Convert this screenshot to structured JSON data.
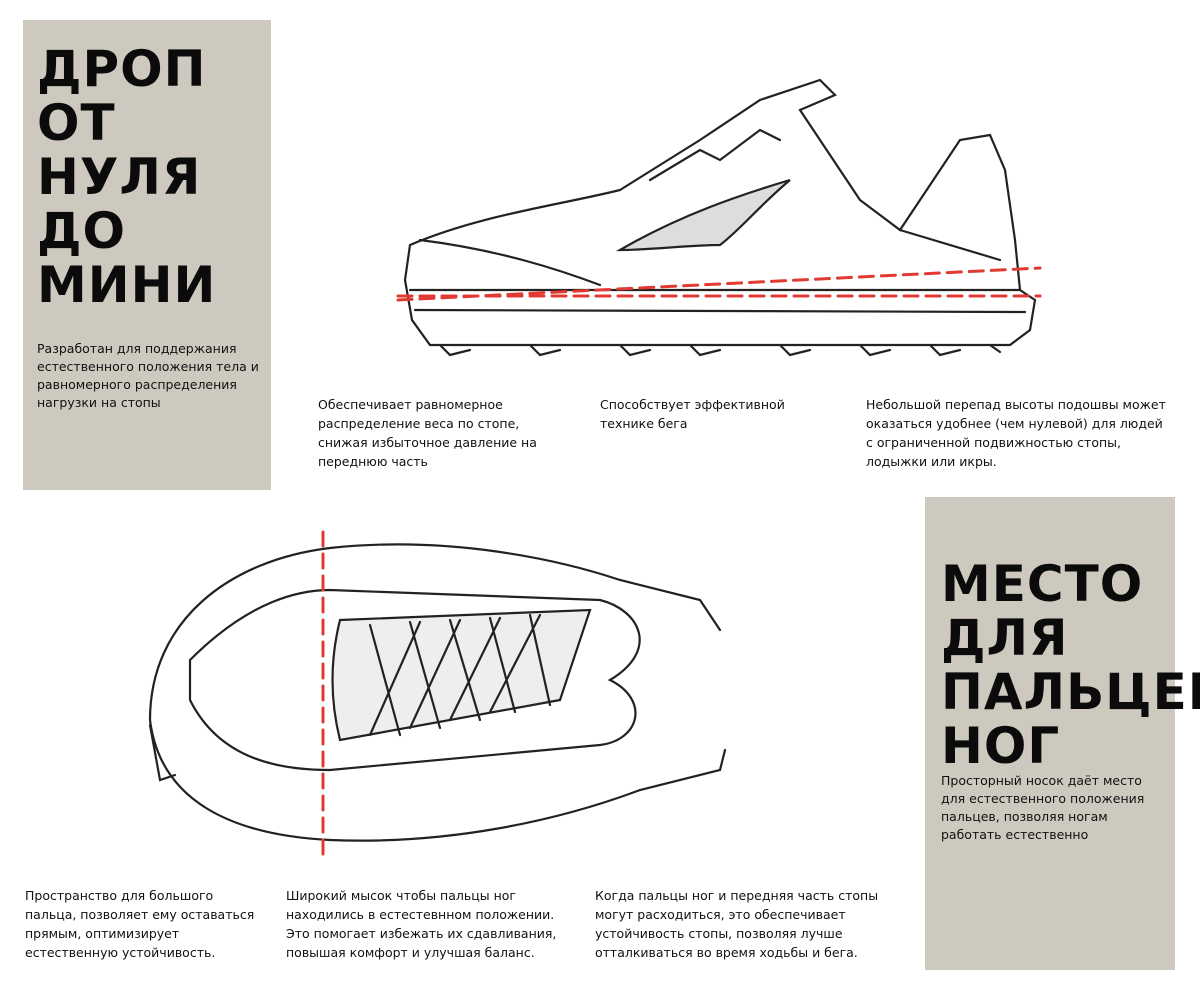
{
  "panel_drop": {
    "title_lines": [
      "ДРОП",
      "ОТ",
      "НУЛЯ",
      "ДО",
      "МИНИ"
    ],
    "text": "Разработан для поддержания естественного положения тела и равномерного распределения нагрузки на стопы"
  },
  "side_captions": [
    "Обеспечивает равномерное распределение веса по стопе, снижая избыточное давление на переднюю часть",
    "Способствует эффективной технике бега",
    "Небольшой перепад высоты подошвы может оказаться удобнее (чем нулевой) для людей с ограниченной подвижностью стопы, лодыжки или икры."
  ],
  "panel_toebox": {
    "title_lines": [
      "МЕСТО",
      "ДЛЯ",
      "ПАЛЬЦЕВ",
      "НОГ"
    ],
    "text": "Просторный носок даёт место для естественного положения пальцев, позволяя ногам работать естественно"
  },
  "bottom_captions": [
    "Пространство для большого пальца, позволяет ему оставаться прямым, оптимизирует естественную устойчивость.",
    "Широкий мысок чтобы пальцы ног находились в естестевнном положении. Это помогает избежать их сдавливания, повышая комфорт и улучшая баланс.",
    "Когда пальцы ног и передняя часть стопы могут расходиться, это обеспечивает устойчивость стопы, позволяя лучше отталкиваться во время ходьбы и бега."
  ],
  "colors": {
    "panel": "#cdc9bf",
    "guide_line": "#e03a33"
  }
}
